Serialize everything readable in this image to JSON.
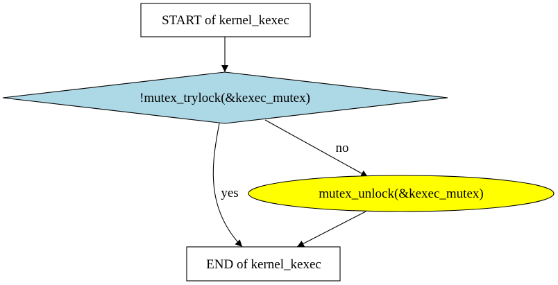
{
  "nodes": {
    "start": {
      "label": "START of kernel_kexec",
      "shape": "box",
      "fill": "#ffffff"
    },
    "decision": {
      "label": "!mutex_trylock(&kexec_mutex)",
      "shape": "diamond",
      "fill": "#add8e6"
    },
    "unlock": {
      "label": "mutex_unlock(&kexec_mutex)",
      "shape": "ellipse",
      "fill": "#ffff00"
    },
    "end": {
      "label": "END of kernel_kexec",
      "shape": "box",
      "fill": "#ffffff"
    }
  },
  "edges": {
    "start_to_decision": {
      "from": "start",
      "to": "decision",
      "label": ""
    },
    "decision_to_unlock": {
      "from": "decision",
      "to": "unlock",
      "label": "no"
    },
    "decision_to_end": {
      "from": "decision",
      "to": "end",
      "label": "yes"
    },
    "unlock_to_end": {
      "from": "unlock",
      "to": "end",
      "label": ""
    }
  },
  "colors": {
    "stroke": "#000000",
    "background": "#ffffff",
    "decision_fill": "#add8e6",
    "action_fill": "#ffff00"
  }
}
